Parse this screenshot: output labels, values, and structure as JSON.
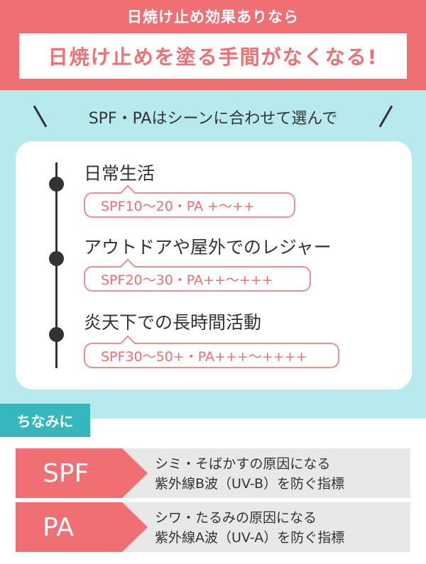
{
  "header": {
    "subtitle": "日焼け止め効果ありなら",
    "title": "日焼け止めを塗る手間がなくなる!"
  },
  "section": {
    "heading": "SPF・PAはシーンに合わせて選んで",
    "items": [
      {
        "title": "日常生活",
        "value": "SPF10〜20・PA +〜++"
      },
      {
        "title": "アウトドアや屋外でのレジャー",
        "value": "SPF20〜30・PA++〜+++"
      },
      {
        "title": "炎天下での長時間活動",
        "value": "SPF30〜50+・PA+++〜++++"
      }
    ]
  },
  "note": {
    "label": "ちなみに",
    "rows": [
      {
        "label": "SPF",
        "line1": "シミ・そばかすの原因になる",
        "line2": "紫外線B波（UV-B）を防ぐ指標"
      },
      {
        "label": "PA",
        "line1": "シワ・たるみの原因になる",
        "line2": "紫外線A波（UV-A）を防ぐ指標"
      }
    ]
  },
  "colors": {
    "coral": "#ef6f72",
    "cyan_bg": "#b7eaec",
    "teal_label": "#35b7bd",
    "row_bg": "#e8e8e8"
  }
}
